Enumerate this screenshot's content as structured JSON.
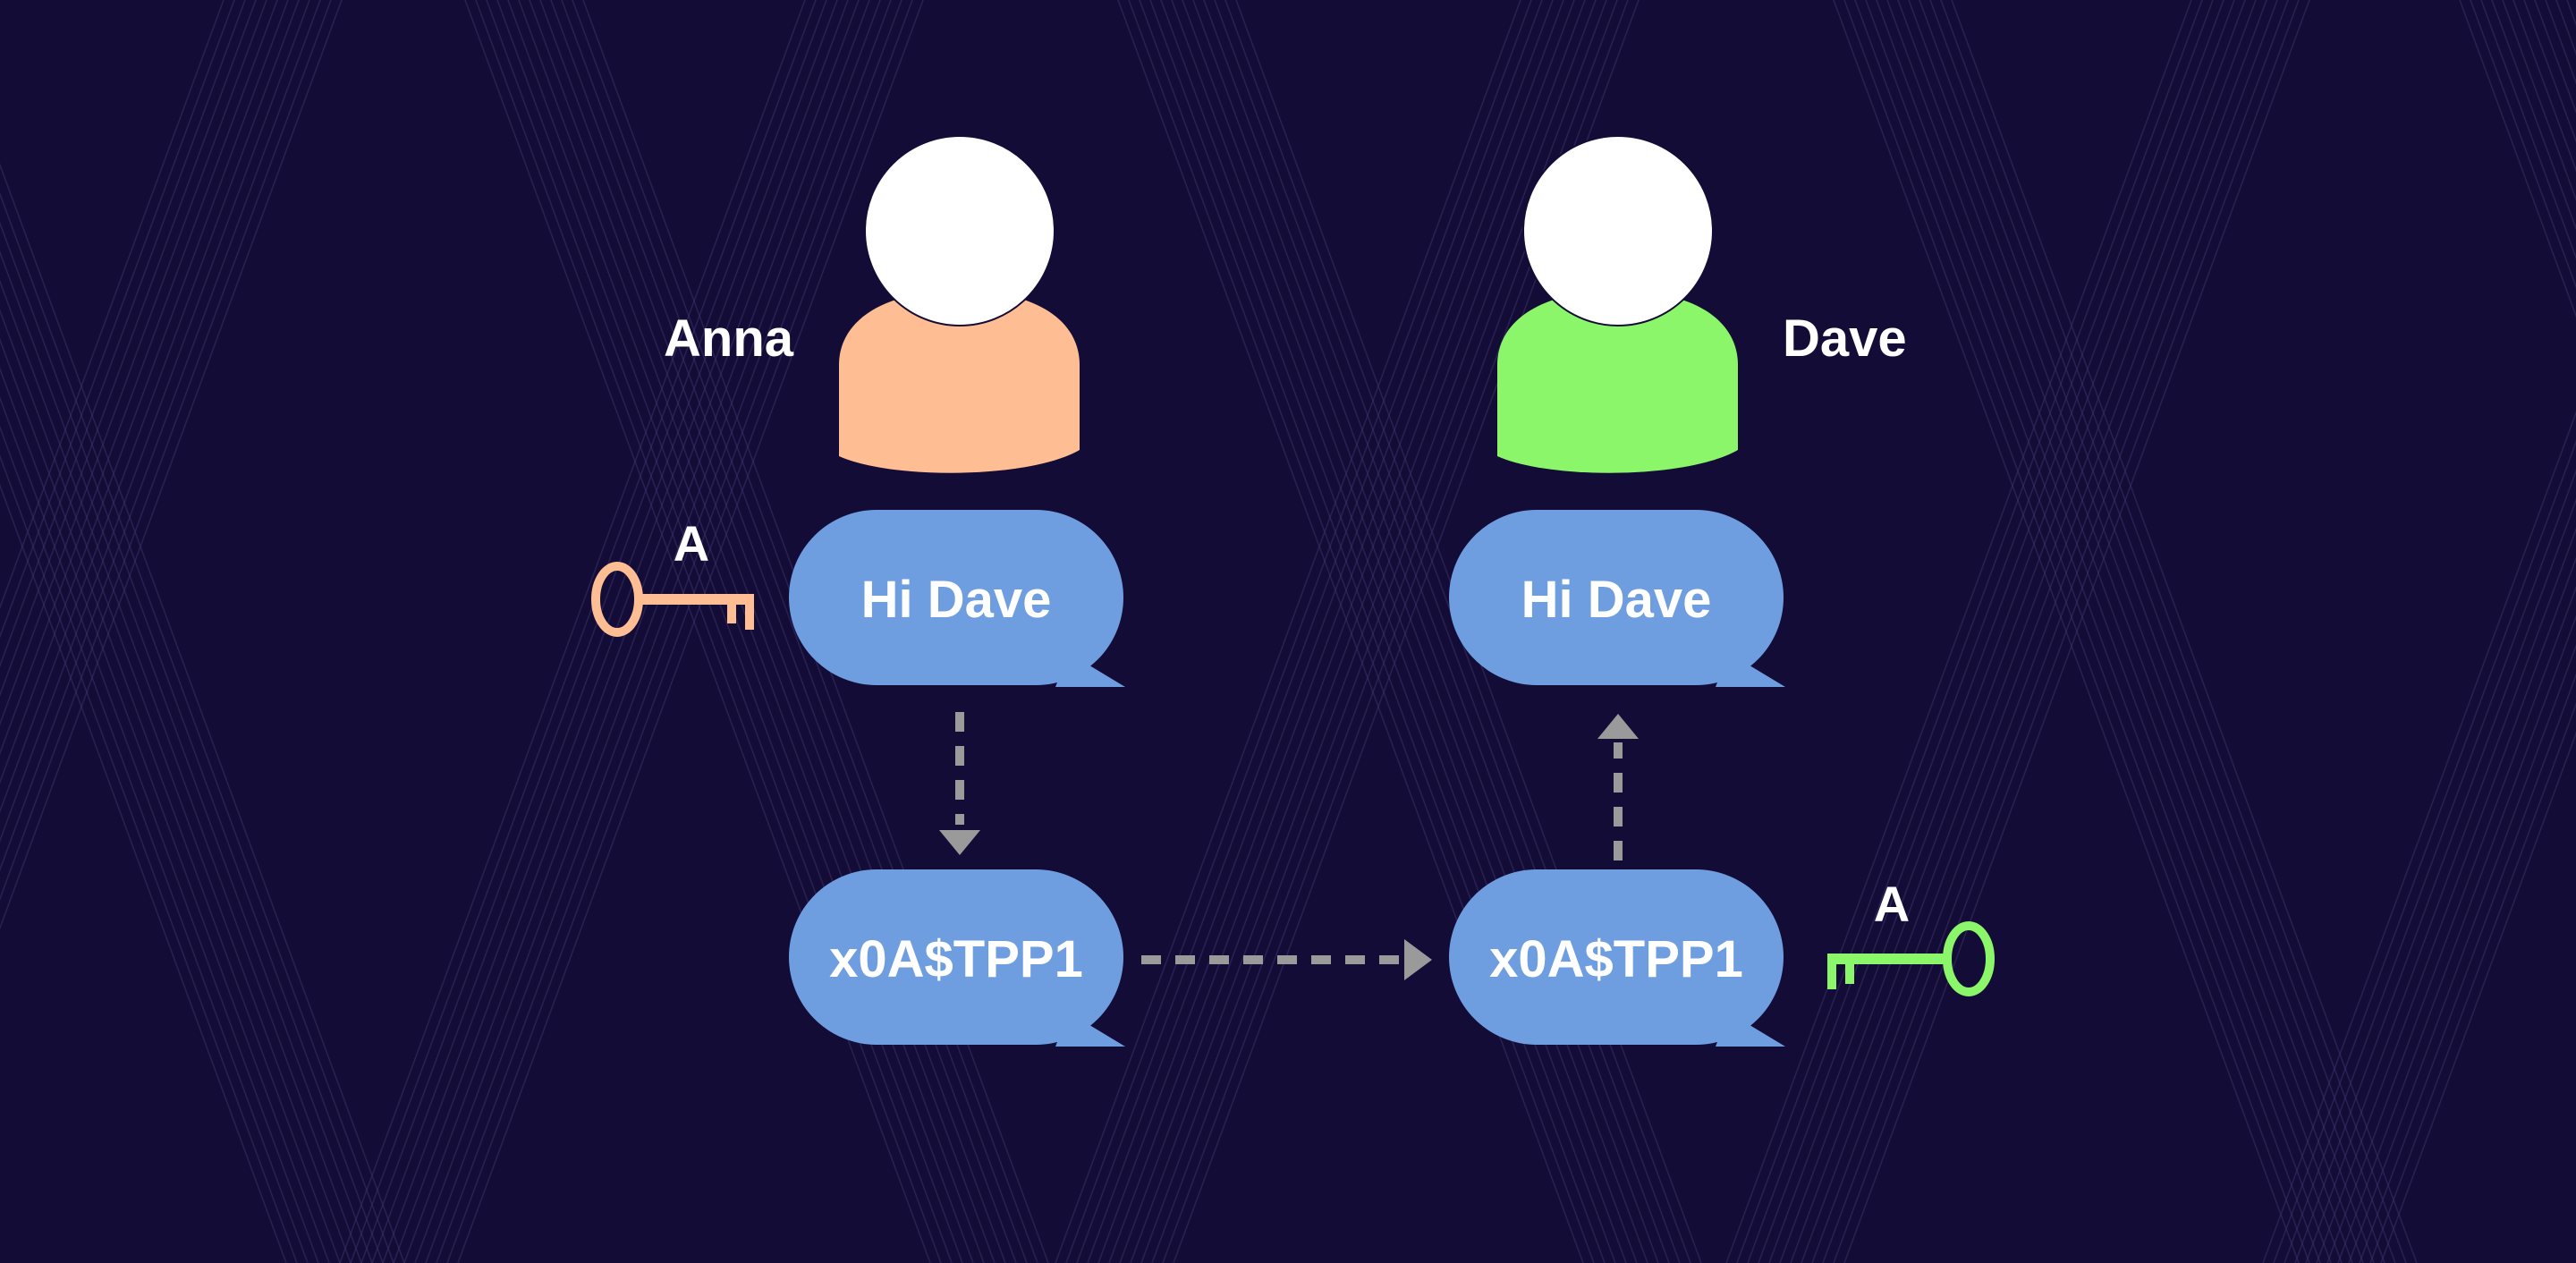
{
  "colors": {
    "background": "#130c36",
    "background_lines": "#3a3268",
    "bubble": "#6f9ee0",
    "anna": "#ffbd93",
    "dave": "#8cf66a",
    "head": "#ffffff",
    "arrow": "#9a9a9a",
    "text": "#ffffff"
  },
  "people": {
    "anna": {
      "name": "Anna",
      "icon": "person-icon"
    },
    "dave": {
      "name": "Dave",
      "icon": "person-icon"
    }
  },
  "messages": {
    "anna_plain": "Hi Dave",
    "dave_plain": "Hi Dave",
    "anna_cipher": "x0A$TPP1",
    "dave_cipher": "x0A$TPP1"
  },
  "keys": {
    "anna_key": {
      "label": "A",
      "icon": "key-icon"
    },
    "dave_key": {
      "label": "A",
      "icon": "key-icon"
    }
  },
  "arrows": [
    {
      "from": "anna_plain",
      "to": "anna_cipher",
      "style": "dashed",
      "icon": "arrow-down-icon"
    },
    {
      "from": "anna_cipher",
      "to": "dave_cipher",
      "style": "dashed",
      "icon": "arrow-right-icon"
    },
    {
      "from": "dave_cipher",
      "to": "dave_plain",
      "style": "dashed",
      "icon": "arrow-up-icon"
    }
  ]
}
